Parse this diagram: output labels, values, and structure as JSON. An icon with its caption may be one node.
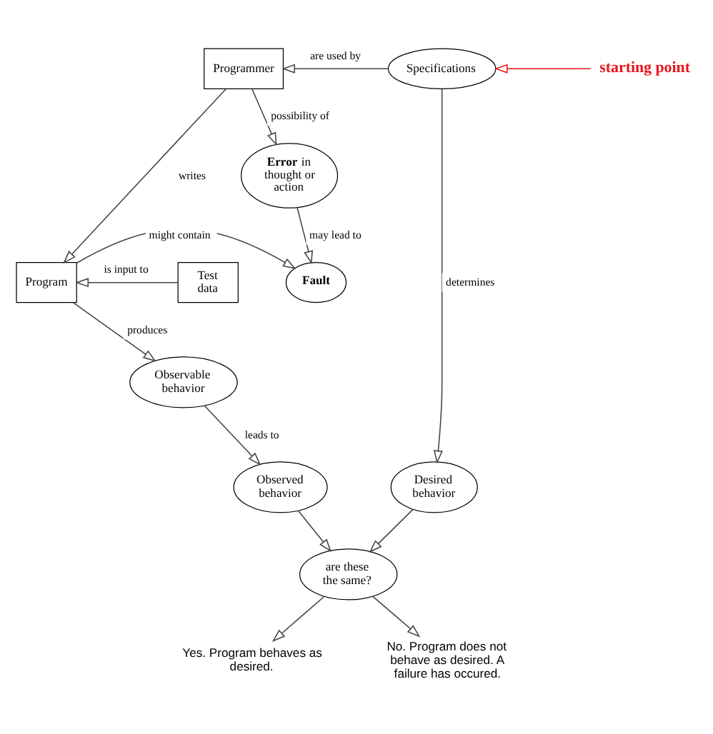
{
  "diagram": {
    "nodes": [
      {
        "text": [
          "Programmer"
        ]
      },
      {
        "text": [
          "Specifications"
        ]
      },
      {
        "text": [
          "starting point"
        ]
      },
      {
        "text": [
          "**Error** in thought or action"
        ]
      },
      {
        "text": [
          "Test data"
        ]
      },
      {
        "text": [
          "Program"
        ]
      },
      {
        "text": [
          "Fault"
        ]
      },
      {
        "text": [
          "Observable behavior"
        ]
      },
      {
        "text": [
          "Observed behavior"
        ]
      },
      {
        "text": [
          "Desired behavior"
        ]
      },
      {
        "text": [
          "are these the same?"
        ]
      },
      {
        "text": [
          "Yes. Program behaves as desired."
        ]
      },
      {
        "text": [
          "No. Program does not behave as desired. A failure has occured."
        ]
      }
    ],
    "edges": [
      {
        "from": 2,
        "to": 1,
        "arrow": "to",
        "color": "#e8141c"
      },
      {
        "from": 1,
        "to": 0,
        "label": "are used by",
        "arrow": "to"
      },
      {
        "from": 0,
        "to": 5,
        "label": "writes",
        "arrow": "to"
      },
      {
        "from": 0,
        "to": 3,
        "label": "possibility of",
        "arrow": "to"
      },
      {
        "from": 3,
        "to": 6,
        "label": "may lead to",
        "arrow": "to"
      },
      {
        "from": 4,
        "to": 5,
        "label": "is input to",
        "arrow": "to"
      },
      {
        "from": 5,
        "to": 6,
        "label": "might contain",
        "arrow": "to"
      },
      {
        "from": 5,
        "to": 7,
        "label": "produces",
        "arrow": "to"
      },
      {
        "from": 7,
        "to": 8,
        "label": "leads to",
        "arrow": "to"
      },
      {
        "from": 1,
        "to": 9,
        "label": "determines",
        "arrow": "to"
      },
      {
        "from": 8,
        "to": 10,
        "arrow": "to"
      },
      {
        "from": 9,
        "to": 10,
        "arrow": "to"
      },
      {
        "from": 10,
        "to": 11,
        "arrow": "to"
      },
      {
        "from": 10,
        "to": 12,
        "arrow": "to"
      }
    ]
  }
}
